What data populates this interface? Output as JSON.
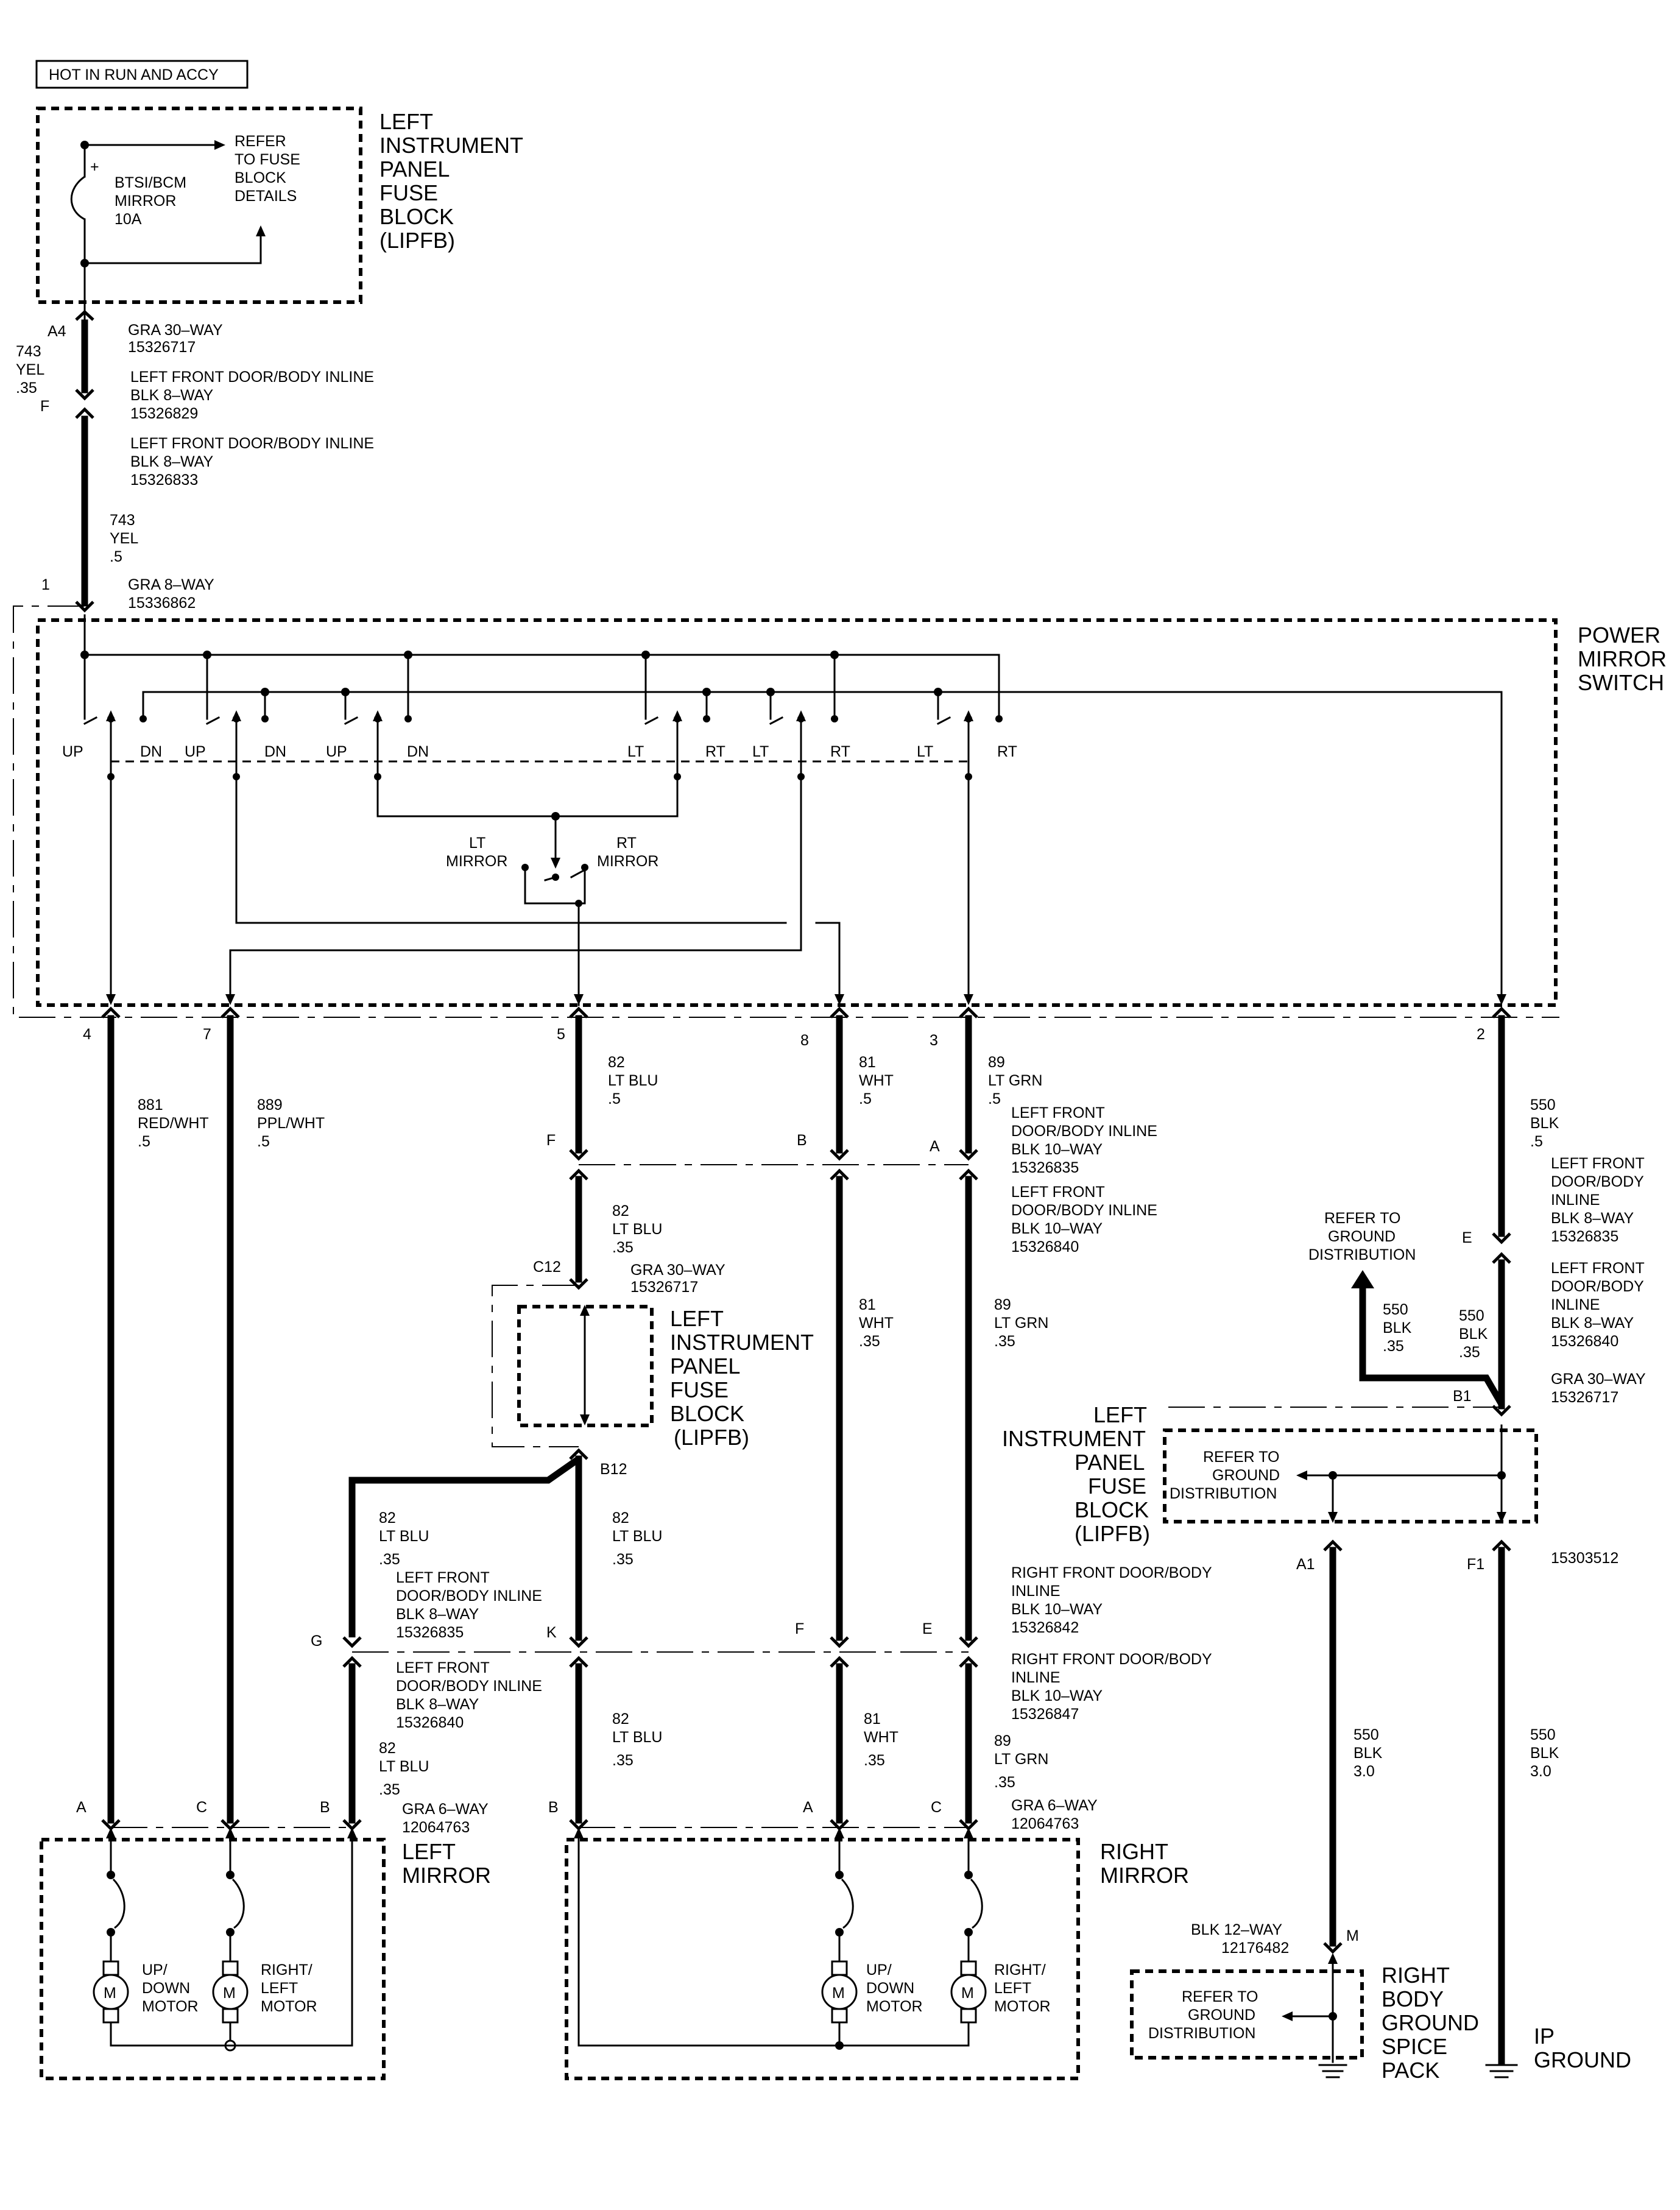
{
  "header": {
    "power_label": "HOT IN RUN AND ACCY"
  },
  "fuse_block_top": {
    "name": [
      "LEFT",
      "INSTRUMENT",
      "PANEL",
      "FUSE",
      "BLOCK",
      "(LIPFB)"
    ],
    "fuse": [
      "BTSI/BCM",
      "MIRROR",
      "10A"
    ],
    "refer": [
      "REFER",
      "TO FUSE",
      "BLOCK",
      "DETAILS"
    ],
    "plus": "+"
  },
  "top_feed": {
    "pin_a4": "A4",
    "wire_743": [
      "743",
      "YEL",
      ".35"
    ],
    "pin_f": "F",
    "conn_gra30": [
      "GRA 30–WAY",
      "15326717"
    ],
    "conn_lf_door_1": [
      "LEFT FRONT DOOR/BODY INLINE",
      "BLK 8–WAY",
      "15326829"
    ],
    "conn_lf_door_2": [
      "LEFT FRONT DOOR/BODY INLINE",
      "BLK 8–WAY",
      "15326833"
    ],
    "wire_743b": [
      "743",
      "YEL",
      ".5"
    ],
    "pin_1": "1",
    "conn_gra8": [
      "GRA 8–WAY",
      "15336862"
    ]
  },
  "switch": {
    "name": [
      "POWER",
      "MIRROR",
      "SWITCH"
    ],
    "labels": [
      "UP",
      "DN",
      "UP",
      "DN",
      "UP",
      "DN",
      "LT",
      "RT",
      "LT",
      "RT",
      "LT",
      "RT"
    ],
    "lt_mirror": [
      "LT",
      "MIRROR"
    ],
    "rt_mirror": [
      "RT",
      "MIRROR"
    ]
  },
  "switch_pins": [
    "4",
    "7",
    "5",
    "8",
    "3",
    "2"
  ],
  "wires_upper": {
    "w881": [
      "881",
      "RED/WHT",
      ".5"
    ],
    "w889": [
      "889",
      "PPL/WHT",
      ".5"
    ],
    "w82": [
      "82",
      "LT BLU",
      ".5"
    ],
    "w81": [
      "81",
      "WHT",
      ".5"
    ],
    "w89": [
      "89",
      "LT GRN",
      ".5"
    ],
    "w550": [
      "550",
      "BLK",
      ".5"
    ]
  },
  "row1": {
    "pin_f": "F",
    "pin_b": "B",
    "pin_a": "A",
    "pin_e": "E",
    "conn_lf10_a": [
      "LEFT FRONT",
      "DOOR/BODY INLINE",
      "BLK 10–WAY",
      "15326835"
    ],
    "conn_lf10_b": [
      "LEFT FRONT",
      "DOOR/BODY INLINE",
      "BLK 10–WAY",
      "15326840"
    ],
    "conn_lf8_a": [
      "LEFT FRONT",
      "DOOR/BODY",
      "INLINE",
      "BLK 8–WAY",
      "15326835"
    ],
    "conn_lf8_b": [
      "LEFT FRONT",
      "DOOR/BODY",
      "INLINE",
      "BLK 8–WAY",
      "15326840"
    ]
  },
  "middle": {
    "w82_35": [
      "82",
      "LT BLU",
      ".35"
    ],
    "w81_35": [
      "81",
      "WHT",
      ".35"
    ],
    "w89_35": [
      "89",
      "LT GRN",
      ".35"
    ],
    "pin_c12": "C12",
    "conn_gra30": [
      "GRA 30–WAY",
      "15326717"
    ],
    "fuse_block_mid": [
      "LEFT",
      "INSTRUMENT",
      "PANEL",
      "FUSE",
      "BLOCK",
      "(LIPFB)"
    ],
    "pin_b12": "B12",
    "refer_ground_top": [
      "REFER TO",
      "GROUND",
      "DISTRIBUTION"
    ],
    "w550_35a": [
      "550",
      "BLK",
      ".35"
    ],
    "w550_35b": [
      "550",
      "BLK",
      ".35"
    ],
    "pin_b1": "B1",
    "conn_gra30_r": [
      "GRA 30–WAY",
      "15326717"
    ]
  },
  "fuse_block_right": {
    "name": [
      "LEFT",
      "INSTRUMENT",
      "PANEL",
      "FUSE",
      "BLOCK",
      "(LIPFB)"
    ],
    "refer": [
      "REFER TO",
      "GROUND",
      "DISTRIBUTION"
    ],
    "pin_a1": "A1",
    "pin_f1": "F1",
    "part": "15303512"
  },
  "row2": {
    "w82_35l": [
      "82",
      "LT BLU",
      ".35"
    ],
    "w82_35m": [
      "82",
      "LT BLU",
      ".35"
    ],
    "pin_g": "G",
    "pin_k": "K",
    "pin_f": "F",
    "pin_e": "E",
    "conn_lf8_a": [
      "LEFT FRONT",
      "DOOR/BODY INLINE",
      "BLK 8–WAY",
      "15326835"
    ],
    "conn_lf8_b": [
      "LEFT FRONT",
      "DOOR/BODY INLINE",
      "BLK 8–WAY",
      "15326840"
    ],
    "conn_rf10_a": [
      "RIGHT FRONT DOOR/BODY",
      "INLINE",
      "BLK 10–WAY",
      "15326842"
    ],
    "conn_rf10_b": [
      "RIGHT FRONT DOOR/BODY",
      "INLINE",
      "BLK 10–WAY",
      "15326847"
    ]
  },
  "lower": {
    "w82_35l": [
      "82",
      "LT BLU",
      ".35"
    ],
    "w82_35m": [
      "82",
      "LT BLU",
      ".35"
    ],
    "w81_35": [
      "81",
      "WHT",
      ".35"
    ],
    "w89_35": [
      "89",
      "LT GRN",
      ".35"
    ],
    "w550_30a": [
      "550",
      "BLK",
      "3.0"
    ],
    "w550_30b": [
      "550",
      "BLK",
      "3.0"
    ],
    "conn_gra6_l": [
      "GRA 6–WAY",
      "12064763"
    ],
    "conn_gra6_r": [
      "GRA 6–WAY",
      "12064763"
    ],
    "pins_left": [
      "A",
      "C",
      "B"
    ],
    "pins_right": [
      "B",
      "A",
      "C"
    ]
  },
  "left_mirror": {
    "name": [
      "LEFT",
      "MIRROR"
    ],
    "updown": [
      "UP/",
      "DOWN",
      "MOTOR"
    ],
    "rightleft": [
      "RIGHT/",
      "LEFT",
      "MOTOR"
    ],
    "m": "M"
  },
  "right_mirror": {
    "name": [
      "RIGHT",
      "MIRROR"
    ],
    "updown": [
      "UP/",
      "DOWN",
      "MOTOR"
    ],
    "rightleft": [
      "RIGHT/",
      "LEFT",
      "MOTOR"
    ],
    "m": "M"
  },
  "ground": {
    "blk12": [
      "BLK 12–WAY",
      "12176482"
    ],
    "pin_m": "M",
    "splice_name": [
      "RIGHT",
      "BODY",
      "GROUND",
      "SPICE",
      "PACK"
    ],
    "refer": [
      "REFER TO",
      "GROUND",
      "DISTRIBUTION"
    ],
    "ip_ground": [
      "IP",
      "GROUND"
    ]
  }
}
